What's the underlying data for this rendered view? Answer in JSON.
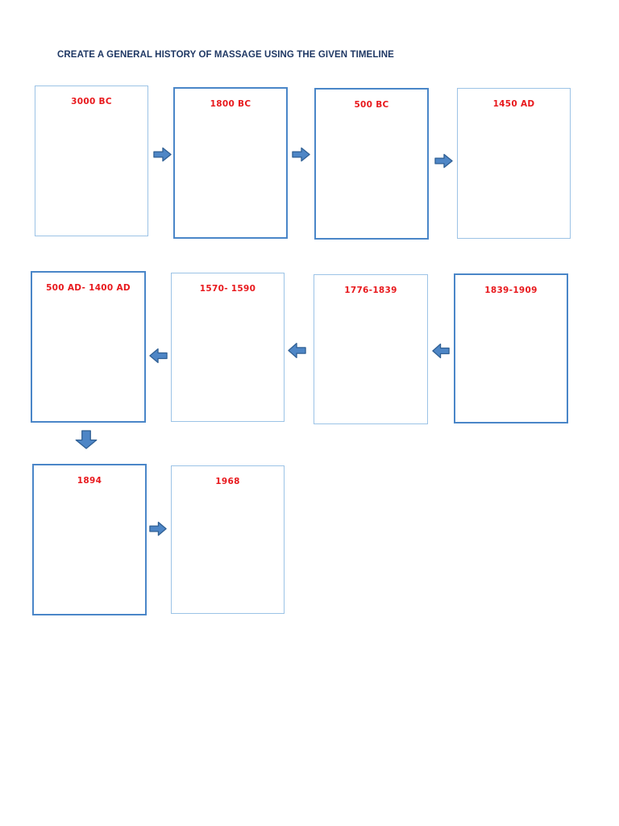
{
  "document": {
    "title": "CREATE A GENERAL HISTORY OF MASSAGE USING THE GIVEN TIMELINE"
  },
  "timeline": {
    "boxes": [
      {
        "id": "3000-bc",
        "label": "3000 BC",
        "content": ""
      },
      {
        "id": "1800-bc",
        "label": "1800 BC",
        "content": ""
      },
      {
        "id": "500-bc",
        "label": "500 BC",
        "content": ""
      },
      {
        "id": "1450-ad",
        "label": "1450 AD",
        "content": ""
      },
      {
        "id": "500-ad-1400-ad",
        "label": "500 AD- 1400 AD",
        "content": ""
      },
      {
        "id": "1570-1590",
        "label": "1570- 1590",
        "content": ""
      },
      {
        "id": "1776-1839",
        "label": "1776-1839",
        "content": ""
      },
      {
        "id": "1839-1909",
        "label": "1839-1909",
        "content": ""
      },
      {
        "id": "1894",
        "label": "1894",
        "content": ""
      },
      {
        "id": "1968",
        "label": "1968",
        "content": ""
      }
    ],
    "arrows": [
      {
        "from": "3000-bc",
        "to": "1800-bc",
        "direction": "right"
      },
      {
        "from": "1800-bc",
        "to": "500-bc",
        "direction": "right"
      },
      {
        "from": "500-bc",
        "to": "1450-ad",
        "direction": "right"
      },
      {
        "from": "1839-1909",
        "to": "1776-1839",
        "direction": "left"
      },
      {
        "from": "1776-1839",
        "to": "1570-1590",
        "direction": "left"
      },
      {
        "from": "1570-1590",
        "to": "500-ad-1400-ad",
        "direction": "left"
      },
      {
        "from": "500-ad-1400-ad",
        "to": "1894",
        "direction": "down"
      },
      {
        "from": "1894",
        "to": "1968",
        "direction": "right"
      }
    ]
  },
  "colors": {
    "title_text": "#1F3864",
    "label_text": "#E8191D",
    "box_border_light": "#9CC3E6",
    "box_border_dark": "#4A86C8",
    "arrow_fill": "#4E86C6",
    "arrow_stroke": "#2F5F94",
    "page_background": "#FFFFFF"
  }
}
